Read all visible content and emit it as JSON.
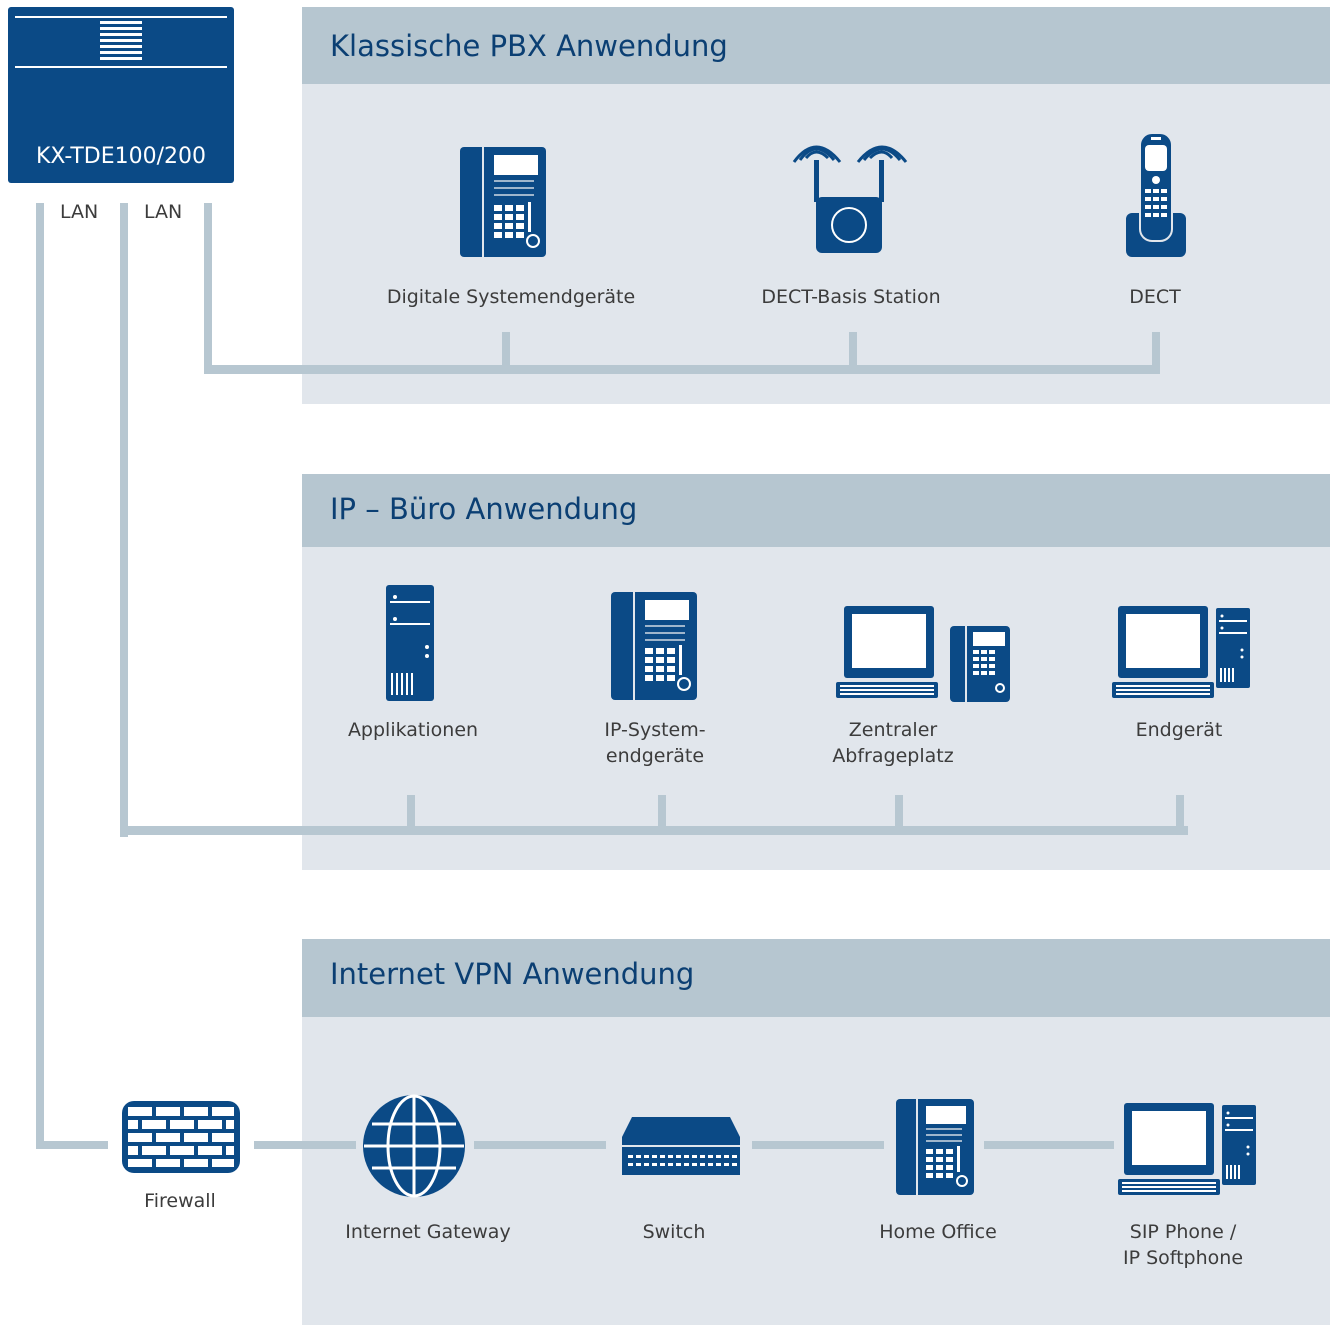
{
  "device": {
    "name": "KX-TDE100/200",
    "ports": [
      "LAN",
      "LAN"
    ]
  },
  "sections": [
    {
      "title": "Klassische PBX Anwendung",
      "items": [
        {
          "label": "Digitale Systemendgeräte",
          "icon": "desk-phone-icon"
        },
        {
          "label": "DECT-Basis Station",
          "icon": "dect-base-station-icon"
        },
        {
          "label": "DECT",
          "icon": "dect-handset-icon"
        }
      ]
    },
    {
      "title": "IP – Büro Anwendung",
      "items": [
        {
          "label": "Applikationen",
          "icon": "server-tower-icon"
        },
        {
          "label": "IP-System-\nendgeräte",
          "icon": "desk-phone-icon"
        },
        {
          "label": "Zentraler\nAbfrageplatz",
          "icon": "monitor-and-phone-icon"
        },
        {
          "label": "Endgerät",
          "icon": "desktop-computer-icon"
        }
      ]
    },
    {
      "title": "Internet VPN Anwendung",
      "items": [
        {
          "label": "Internet Gateway",
          "icon": "globe-icon"
        },
        {
          "label": "Switch",
          "icon": "network-switch-icon"
        },
        {
          "label": "Home Office",
          "icon": "desk-phone-icon"
        },
        {
          "label": "SIP Phone /\nIP Softphone",
          "icon": "desktop-computer-icon"
        }
      ]
    }
  ],
  "firewall": {
    "label": "Firewall",
    "icon": "firewall-icon"
  },
  "colors": {
    "primary": "#0b4a86",
    "header": "#b6c6d0",
    "panel": "#e1e6ec",
    "connector": "#b7c7d1"
  }
}
